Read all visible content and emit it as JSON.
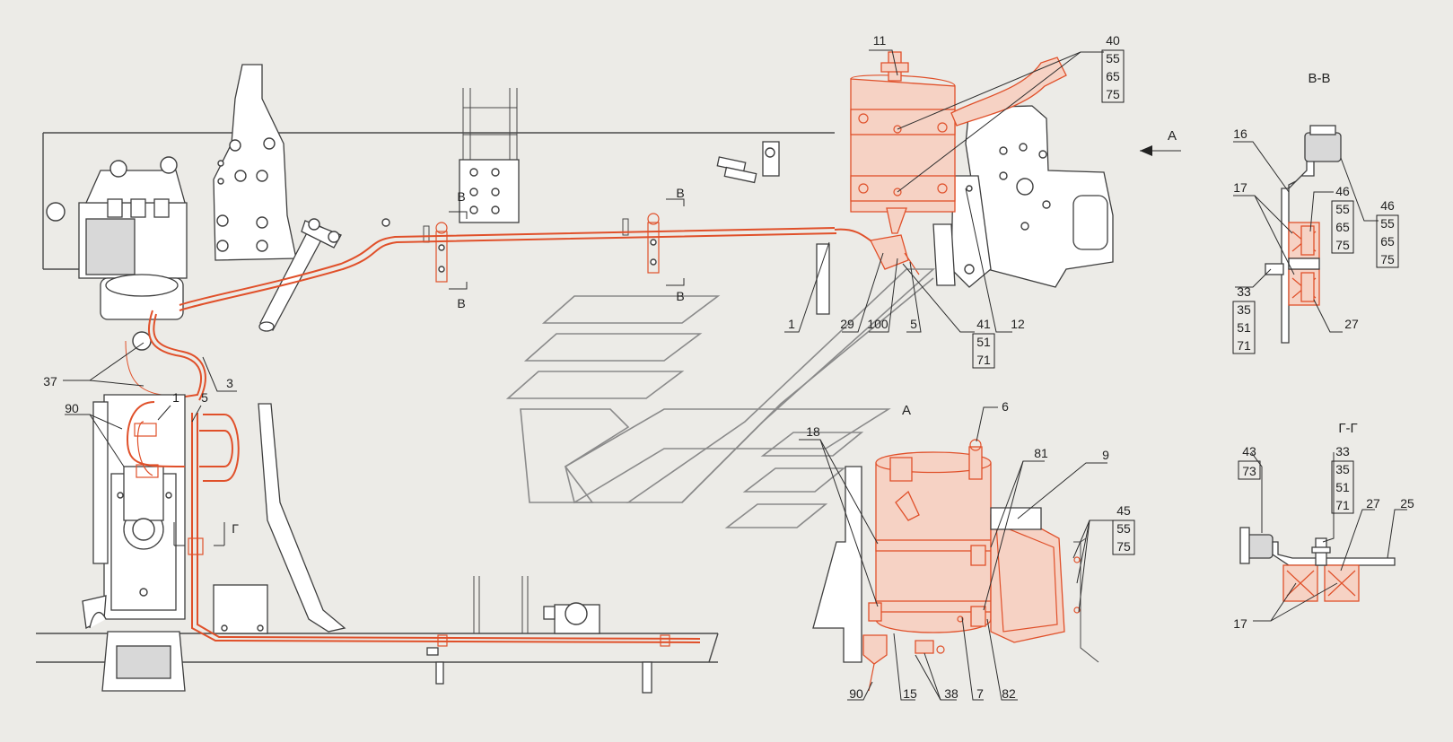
{
  "section_titles": {
    "bb": "В-В",
    "gg": "Г-Г",
    "view_a": "А",
    "arrow_a": "А"
  },
  "section_marks": {
    "b": "В",
    "g": "Г"
  },
  "callouts": {
    "c1": "1",
    "c1b": "1",
    "c3": "3",
    "c5": "5",
    "c5b": "5",
    "c6": "6",
    "c7": "7",
    "c9": "9",
    "c11": "11",
    "c12": "12",
    "c15": "15",
    "c16": "16",
    "c17a": "17",
    "c17b": "17",
    "c18": "18",
    "c25": "25",
    "c27a": "27",
    "c27b": "27",
    "c29": "29",
    "c37": "37",
    "c38": "38",
    "c43": "43",
    "c73": "73",
    "c81": "81",
    "c82": "82",
    "c90a": "90",
    "c90b": "90",
    "c100": "100"
  },
  "callout_stacks": {
    "s40": [
      "40",
      "55",
      "65",
      "75"
    ],
    "s41": [
      "41",
      "51",
      "71"
    ],
    "s45": [
      "45",
      "55",
      "75"
    ],
    "s46a": [
      "46",
      "55",
      "65",
      "75"
    ],
    "s46b": [
      "46",
      "55",
      "65",
      "75"
    ],
    "s33a": [
      "33",
      "35",
      "51",
      "71"
    ],
    "s33b": [
      "33",
      "35",
      "51",
      "71"
    ]
  },
  "colors": {
    "pipe": "#e0502a",
    "line": "#3e3e3e",
    "background": "#ecebe7"
  }
}
